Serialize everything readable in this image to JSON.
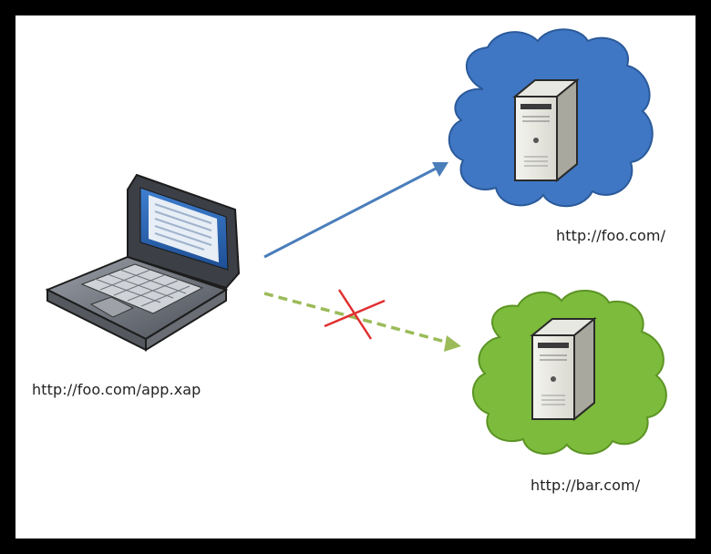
{
  "nodes": {
    "client": {
      "label": "http://foo.com/app.xap",
      "icon": "laptop-icon"
    },
    "foo_server": {
      "label": "http://foo.com/",
      "icon": "server-icon",
      "cloud_color": "#3f77c4"
    },
    "bar_server": {
      "label": "http://bar.com/",
      "icon": "server-icon",
      "cloud_color": "#7dbb3c"
    }
  },
  "edges": [
    {
      "from": "client",
      "to": "foo_server",
      "style": "solid",
      "color": "#4a7ebb",
      "allowed": true
    },
    {
      "from": "client",
      "to": "bar_server",
      "style": "dashed",
      "color": "#9bbb59",
      "allowed": false,
      "blocked_marker_color": "#e03030"
    }
  ]
}
